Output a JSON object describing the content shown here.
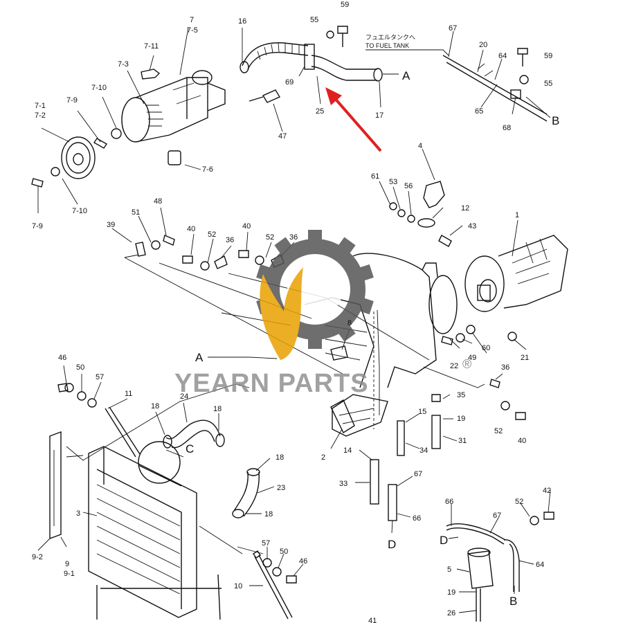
{
  "watermark": {
    "brand": "YEARN PARTS",
    "registered": "®",
    "gear_color": "#555555",
    "flame_color": "#e8a000"
  },
  "notes": {
    "japanese": "フュエルタンクへ",
    "english": "TO FUEL TANK"
  },
  "arrow_color": "#e02020",
  "connectors": [
    "A",
    "B",
    "C",
    "D"
  ],
  "labels": {
    "l_59a": "59",
    "l_55a": "55",
    "l_16": "16",
    "l_7": "7",
    "l_75": "7-5",
    "l_711": "7-11",
    "l_73": "7-3",
    "l_69": "69",
    "l_25": "25",
    "l_17": "17",
    "l_47": "47",
    "l_67a": "67",
    "l_20": "20",
    "l_64a": "64",
    "l_59b": "59",
    "l_55b": "55",
    "l_65": "65",
    "l_68": "68",
    "l_71": "7-1",
    "l_72": "7-2",
    "l_79a": "7-9",
    "l_710a": "7-10",
    "l_76": "7-6",
    "l_79b": "7-9",
    "l_710b": "7-10",
    "l_4": "4",
    "l_61": "61",
    "l_53": "53",
    "l_56": "56",
    "l_12": "12",
    "l_43": "43",
    "l_1": "1",
    "l_48": "48",
    "l_51": "51",
    "l_39": "39",
    "l_40a": "40",
    "l_52a": "52",
    "l_40b": "40",
    "l_36a": "36",
    "l_52b": "52",
    "l_36b": "36",
    "l_8": "8",
    "l_60": "60",
    "l_49": "49",
    "l_22": "22",
    "l_21": "21",
    "l_36c": "36",
    "l_46a": "46",
    "l_50a": "50",
    "l_57a": "57",
    "l_11": "11",
    "l_18a": "18",
    "l_24": "24",
    "l_18b": "18",
    "l_35": "35",
    "l_15": "15",
    "l_19a": "19",
    "l_31": "31",
    "l_52c": "52",
    "l_40c": "40",
    "l_2": "2",
    "l_34": "34",
    "l_14": "14",
    "l_33": "33",
    "l_18c": "18",
    "l_23": "23",
    "l_18d": "18",
    "l_67b": "67",
    "l_66a": "66",
    "l_3": "3",
    "l_9": "9",
    "l_92": "9-2",
    "l_91": "9-1",
    "l_57b": "57",
    "l_50b": "50",
    "l_46b": "46",
    "l_10": "10",
    "l_66b": "66",
    "l_67c": "67",
    "l_52d": "52",
    "l_42": "42",
    "l_64b": "64",
    "l_5": "5",
    "l_19b": "19",
    "l_26": "26",
    "l_41": "41"
  }
}
